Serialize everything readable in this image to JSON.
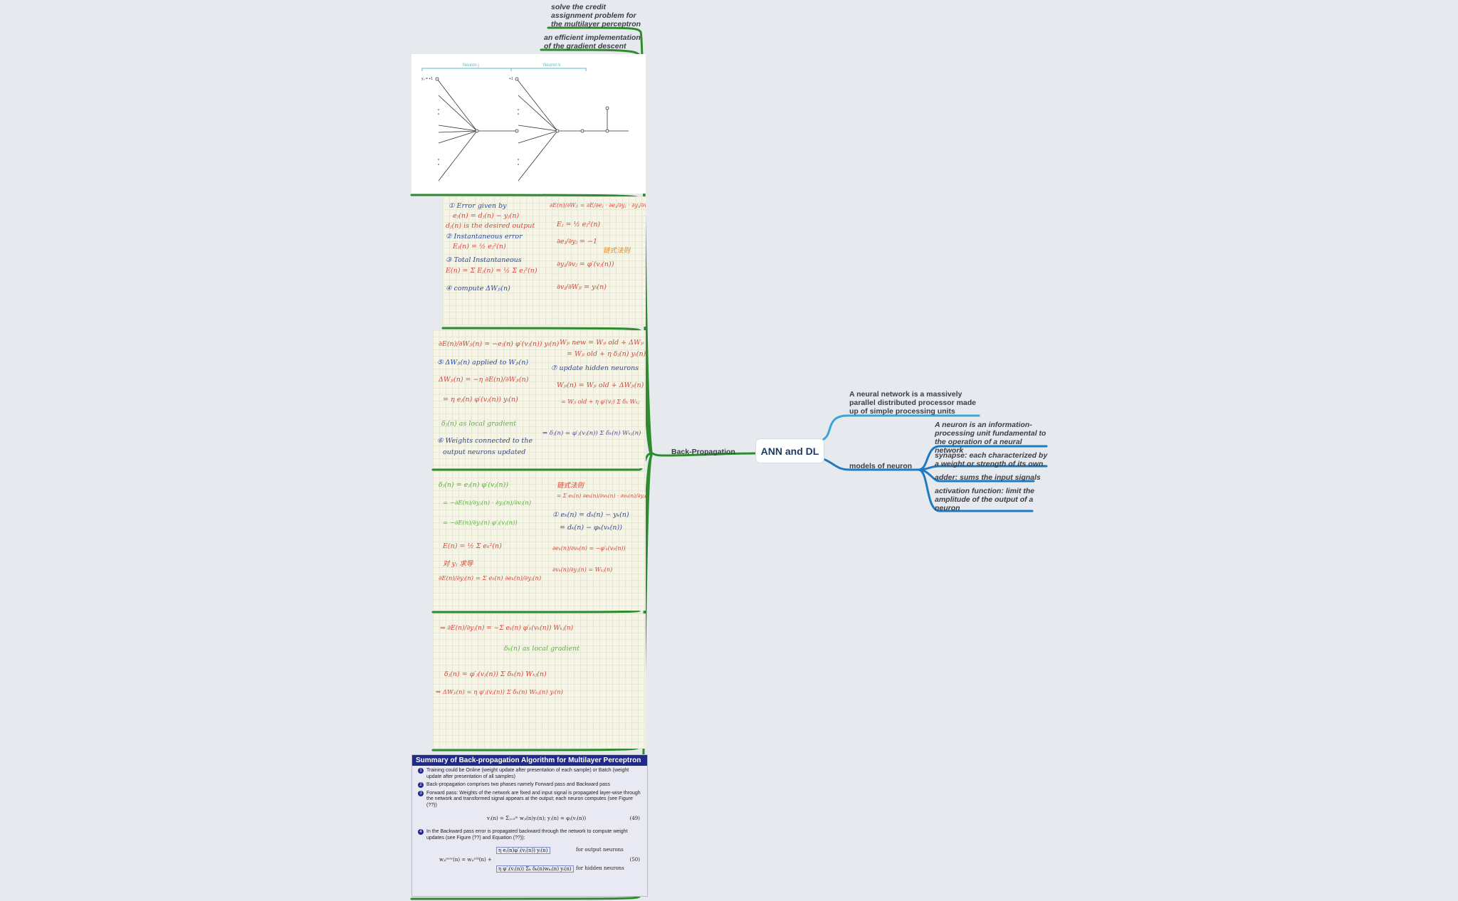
{
  "root": {
    "label": "ANN and DL"
  },
  "right_branches": [
    {
      "text": "A neural network is a massively parallel distributed processor made up of simple processing units"
    },
    {
      "text": "models of neuron",
      "children": [
        {
          "text": "A neuron is an information-processing unit fundamental to the operation of a neural network"
        },
        {
          "text": "synapse: each characterized by a weight or strength of its own."
        },
        {
          "text": "adder: sums the input signals"
        },
        {
          "text": "activation function: limit the amplitude of the output of a neuron"
        }
      ]
    }
  ],
  "left_branch": {
    "label": "Back-Propagation",
    "children": [
      {
        "text": "solve the credit assignment problem for the multilayer perceptron"
      },
      {
        "text": "an efficient implementation of the gradient descent"
      }
    ]
  },
  "diagram_labels": {
    "neuron_j": "Neuron j",
    "neuron_k": "Neuron k",
    "y0": "y₀ = +1",
    "plus1": "+1"
  },
  "notes": {
    "n1": [
      "① Error given by",
      "eⱼ(n) = dⱼ(n) − yⱼ(n)",
      "dⱼ(n) is the desired output",
      "② Instantaneous error",
      "Eⱼ(n) = ½ eⱼ²(n)",
      "③ Total Instantaneous",
      "E(n) = Σ Eⱼ(n) = ½ Σ eⱼ²(n)",
      "④ compute ΔWⱼᵢ(n)"
    ],
    "n1r": [
      "∂E(n)/∂Wⱼᵢ = ∂E/∂eⱼ · ∂eⱼ/∂yⱼ · ∂yⱼ/∂vⱼ · ∂vⱼ/∂Wⱼᵢ",
      "Eⱼ = ½ eⱼ²(n)",
      "∂eⱼ/∂yⱼ = −1",
      "∂yⱼ/∂vⱼ = φ′(vⱼ(n))",
      "∂vⱼ/∂Wⱼᵢ = yᵢ(n)",
      "链式法则"
    ],
    "n2": [
      "∂E(n)/∂Wⱼᵢ(n) = −eⱼ(n) φ′(vⱼ(n)) yᵢ(n)",
      "⑤ ΔWⱼᵢ(n) applied to Wⱼᵢ(n)",
      "ΔWⱼᵢ(n) = −η ∂E(n)/∂Wⱼᵢ(n)",
      "= η eⱼ(n) φ′(vⱼ(n)) yᵢ(n)",
      "δⱼ(n) as local gradient",
      "⑥ Weights connected to the",
      "output neurons updated"
    ],
    "n2r": [
      "Wⱼᵢ new = Wⱼᵢ old + ΔWⱼᵢ",
      "= Wⱼᵢ old + η δⱼ(n) yᵢ(n)",
      "⑦ update hidden neurons",
      "Wⱼᵢ(n) = Wⱼᵢ old + ΔWⱼᵢ(n)",
      "= Wⱼᵢ old + η φ′(vⱼ) Σ δₖ Wₖⱼ",
      "⇒ δⱼ(n) = φ′ⱼ(vⱼ(n)) Σ δₖ(n) Wₖⱼ(n)"
    ],
    "n3": [
      "δⱼ(n) = eⱼ(n) φ′(vⱼ(n))",
      "= −∂E(n)/∂yⱼ(n) · ∂yⱼ(n)/∂vⱼ(n)",
      "= −∂E(n)/∂yⱼ(n) φ′ⱼ(vⱼ(n))",
      "E(n) = ½ Σ eₖ²(n)",
      "对 yⱼ 求导",
      "∂E(n)/∂yⱼ(n) = Σ eₖ(n) ∂eₖ(n)/∂yⱼ(n)"
    ],
    "n3r": [
      "链式法则",
      "= Σ eₖ(n) ∂eₖ(n)/∂vₖ(n) · ∂vₖ(n)/∂yⱼ(n)",
      "① eₖ(n) = dₖ(n) − yₖ(n)",
      "= dₖ(n) − φₖ(vₖ(n))",
      "∂eₖ(n)/∂vₖ(n) = −φ′ₖ(vₖ(n))",
      "∂vₖ(n)/∂yⱼ(n) = Wₖⱼ(n)"
    ],
    "n4": [
      "⇒ ∂E(n)/∂yⱼ(n) = −Σ eₖ(n) φ′ₖ(vₖ(n)) Wₖⱼ(n)",
      "δₖ(n) as local gradient",
      "δⱼ(n) = φ′ⱼ(vⱼ(n)) Σ δₖ(n) Wₖⱼ(n)",
      "⇒ ΔWⱼᵢ(n) = η φ′ⱼ(vⱼ(n)) Σ δₖ(n) Wₖⱼ(n) yᵢ(n)"
    ]
  },
  "summary": {
    "title": "Summary of Back-propagation Algorithm for Multilayer Perceptron",
    "items": [
      "Training could be Online (weight update after presentation of each sample) or Batch (weight update after presentation of all samples)",
      "Back-propagation comprises two phases namely Forward pass and Backward pass",
      "Forward pass: Weights of the network are fixed and input signal is propagated layer-wise through the network and transformed signal appears at the output; each neuron computes (see Figure (??))",
      "In the Backward pass error is propagated backward through the network to compute weight updates (see Figure (??) and Equation (??)):"
    ],
    "eq49": "vⱼ(n) = Σⱼ₌₀ᵐ wⱼᵢ(n)yᵢ(n);   yⱼ(n) = φⱼ(vⱼ(n))",
    "eq49_num": "(49)",
    "eq50_lhs": "wⱼᵢⁿᵉʷ(n) = wⱼᵢᵒˡᵈ(n) +",
    "eq50_case1": "η eⱼ(n)φ′ⱼ(vⱼ(n)) yᵢ(n)",
    "eq50_case1_note": "for output neurons",
    "eq50_case2": "η φ′ⱼ(vⱼ(n)) Σₖ δₖ(n)wₖⱼ(n) yᵢ(n)",
    "eq50_case2_note": "for hidden neurons",
    "eq50_num": "(50)"
  },
  "colors": {
    "green": "#2e8b2e",
    "blue_dark": "#1f7ac2",
    "blue_light": "#3aa6d4",
    "root_text": "#1f3a5f"
  }
}
